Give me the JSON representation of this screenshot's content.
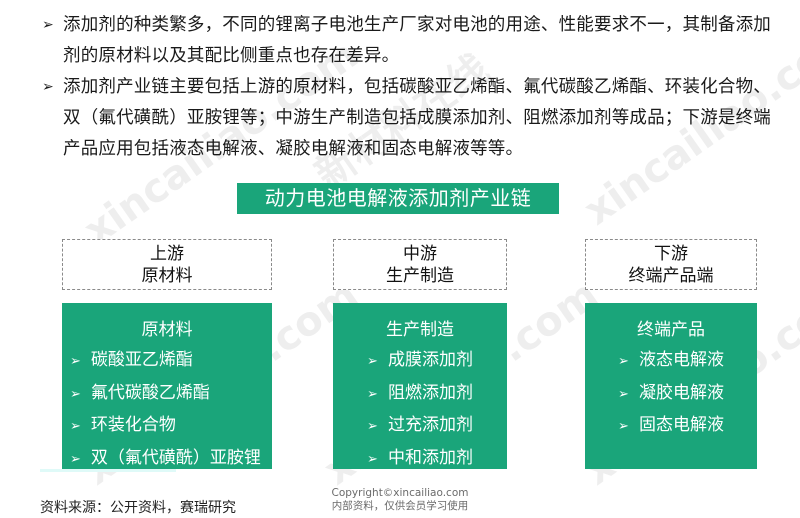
{
  "bullets": [
    {
      "icon": "arrow-bullet-icon",
      "text": "添加剂的种类繁多，不同的锂离子电池生产厂家对电池的用途、性能要求不一，其制备添加剂的原材料以及其配比侧重点也存在差异。"
    },
    {
      "icon": "arrow-bullet-icon",
      "text": "添加剂产业链主要包括上游的原材料，包括碳酸亚乙烯酯、氟代碳酸乙烯酯、环装化合物、双（氟代磺酰）亚胺锂等；中游生产制造包括成膜添加剂、阻燃添加剂等成品；下游是终端产品应用包括液态电解液、凝胶电解液和固态电解液等等。"
    }
  ],
  "diagram": {
    "title": "动力电池电解液添加剂产业链",
    "accent_color": "#1aa57a",
    "stages": [
      {
        "level": "上游",
        "category": "原材料",
        "box_title": "原材料",
        "items": [
          "碳酸亚乙烯酯",
          "氟代碳酸乙烯酯",
          "环装化合物",
          "双（氟代磺酰）亚胺锂"
        ]
      },
      {
        "level": "中游",
        "category": "生产制造",
        "box_title": "生产制造",
        "items": [
          "成膜添加剂",
          "阻燃添加剂",
          "过充添加剂",
          "中和添加剂"
        ]
      },
      {
        "level": "下游",
        "category": "终端产品端",
        "box_title": "终端产品",
        "items": [
          "液态电解液",
          "凝胶电解液",
          "固态电解液"
        ]
      }
    ]
  },
  "footer": {
    "source": "资料来源：公开资料，赛瑞研究",
    "copyright_line1": "Copyright©xincailiao.com",
    "copyright_line2": "内部资料，仅供会员学习使用"
  },
  "watermark": {
    "text_cn": "新材料在线",
    "text_en": "xincailiao.com"
  },
  "arrow_glyph": "➢"
}
